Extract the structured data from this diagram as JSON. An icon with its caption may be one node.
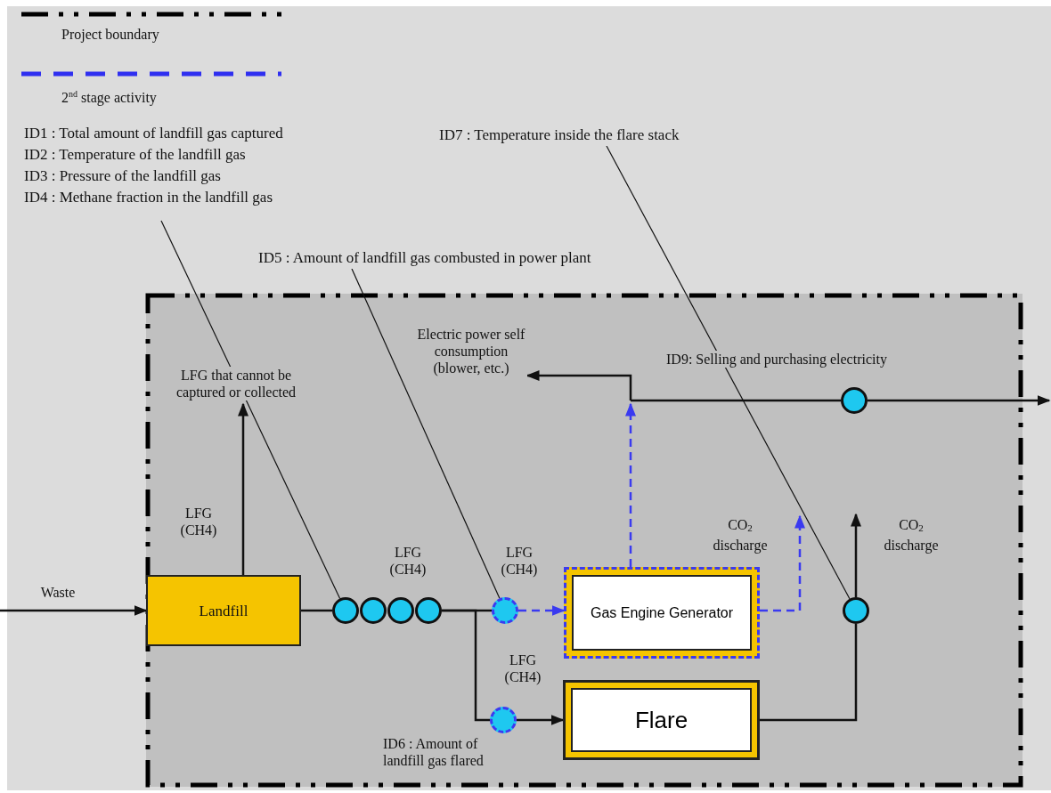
{
  "diagram": {
    "nodes": [
      {
        "text": [
          "ID1 : Total amount of landfill gas captured",
          "ID2 : Temperature of the  landfill gas",
          "ID3 : Pressure of the landfill gas",
          "ID4 : Methane fraction in the landfill gas"
        ]
      },
      {
        "text": [
          "ID7 : Temperature inside the flare stack"
        ]
      },
      {
        "text": [
          "ID5 : Amount of landfill gas combusted in power plant"
        ]
      },
      {
        "text": [],
        "shape": "box"
      },
      {
        "text": [
          "Electric power self consumption (blower, etc.)"
        ],
        "in": 3
      },
      {
        "text": [
          "LFG that cannot be captured or collected"
        ],
        "in": 3
      },
      {
        "text": [
          "Landfill"
        ],
        "in": 3
      },
      {
        "text": [],
        "shape": "circle",
        "in": 3
      },
      {
        "text": [],
        "shape": "circle",
        "in": 3
      },
      {
        "text": [],
        "shape": "circle",
        "in": 3
      },
      {
        "text": [],
        "shape": "circle",
        "in": 3
      },
      {
        "text": [],
        "shape": "circle",
        "in": 3
      },
      {
        "text": [
          "Gas Engine Generator"
        ],
        "in": 3
      },
      {
        "text": [],
        "shape": "circle",
        "in": 3,
        "beside": [
          "ID9: Selling and purchasing electricity"
        ]
      },
      {
        "text": [],
        "shape": "circle",
        "in": 3
      },
      {
        "text": [],
        "shape": "circle",
        "in": 3,
        "beside": [
          "ID6 : Amount of landfill gas flared"
        ]
      },
      {
        "text": [
          "Flare"
        ],
        "in": 3
      }
    ],
    "edges": [
      {
        "from": null,
        "to": 6,
        "arrow": "to",
        "label": "Waste"
      },
      {
        "from": 6,
        "to": 5,
        "arrow": "to",
        "label": "LFG (CH4)"
      },
      {
        "from": 6,
        "to": 7,
        "arrow": "none"
      },
      {
        "from": 10,
        "to": 11,
        "arrow": "none"
      },
      {
        "from": 11,
        "to": 12,
        "arrow": "to",
        "style": "dashed",
        "color": "#3a3af0"
      },
      {
        "from": 10,
        "to": 15,
        "arrow": "none"
      },
      {
        "from": 15,
        "to": 16,
        "arrow": "to"
      },
      {
        "from": 12,
        "to": null,
        "arrow": "to",
        "style": "dashed",
        "color": "#3a3af0"
      },
      {
        "from": null,
        "to": 4,
        "arrow": "to"
      },
      {
        "from": null,
        "to": 13,
        "arrow": "none"
      },
      {
        "from": 13,
        "to": null,
        "arrow": "to"
      },
      {
        "from": 12,
        "to": null,
        "arrow": "to",
        "style": "dashed",
        "color": "#3a3af0",
        "label": "CO$_{2}$ discharge"
      },
      {
        "from": 16,
        "to": 14,
        "arrow": "none"
      },
      {
        "from": 14,
        "to": null,
        "arrow": "to",
        "label": "CO$_{2}$ discharge"
      },
      {
        "from": 0,
        "to": 7,
        "arrow": "none"
      },
      {
        "from": 2,
        "to": 11,
        "arrow": "none"
      },
      {
        "from": 1,
        "to": 14,
        "arrow": "none"
      }
    ],
    "labels": [
      "LFG (CH4)",
      "LFG (CH4)",
      "LFG (CH4)"
    ],
    "legend": [
      {
        "text": "Project boundary"
      },
      {
        "text": "2$^{nd}$ stage activity"
      }
    ]
  }
}
